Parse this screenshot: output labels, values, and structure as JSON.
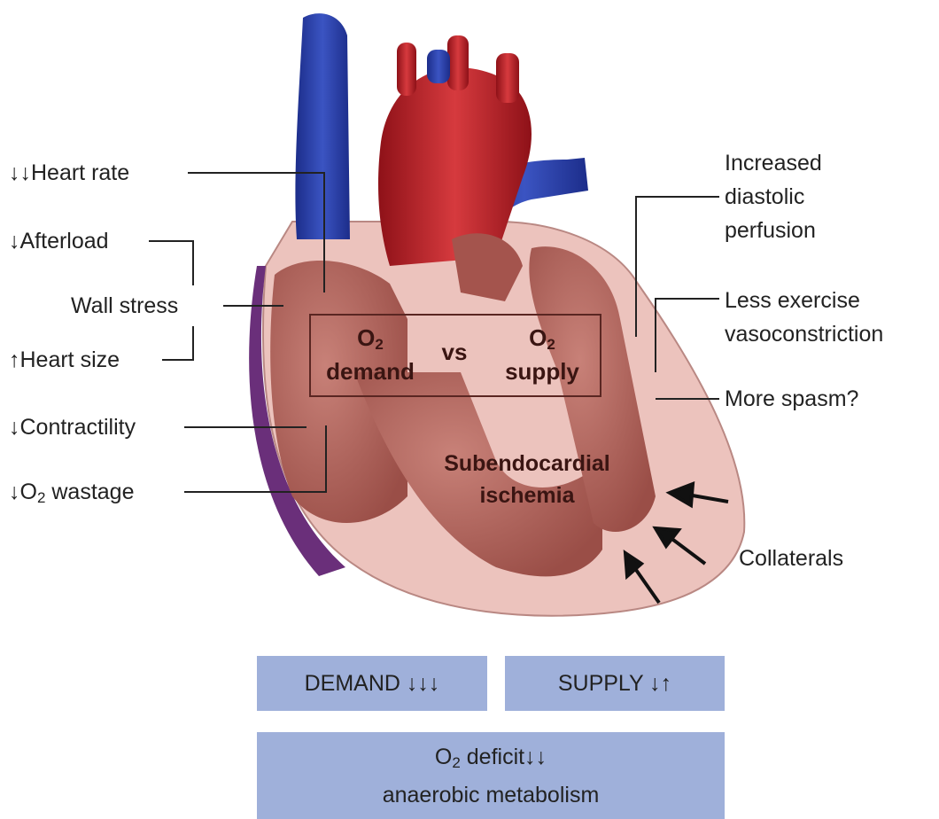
{
  "left_labels": {
    "heart_rate": "↓↓Heart rate",
    "afterload": "↓Afterload",
    "wall_stress": "Wall stress",
    "heart_size": "↑Heart size",
    "contractility": "↓Contractility",
    "o2_wastage_arrow": "↓O",
    "o2_wastage_sub": "2",
    "o2_wastage_rest": " wastage"
  },
  "right_labels": {
    "diastolic_line1": "Increased",
    "diastolic_line2": "diastolic",
    "diastolic_line3": "perfusion",
    "exercise_line1": "Less exercise",
    "exercise_line2": "vasoconstriction",
    "spasm": "More spasm?",
    "collaterals": "Collaterals"
  },
  "center_box": {
    "demand_o": "O",
    "demand_sub": "2",
    "demand_word": "demand",
    "vs": "vs",
    "supply_o": "O",
    "supply_sub": "2",
    "supply_word": "supply"
  },
  "ischemia": {
    "line1": "Subendocardial",
    "line2": "ischemia"
  },
  "bottom_boxes": {
    "demand": "DEMAND ↓↓↓",
    "supply": "SUPPLY ↓↑",
    "deficit_o": "O",
    "deficit_sub": "2",
    "deficit_rest": " deficit↓↓",
    "deficit_line2": "anaerobic metabolism"
  },
  "colors": {
    "box_fill": "#9fb0da",
    "vein_blue": "#2a3fa6",
    "artery_red": "#b8202a",
    "myocardium": "#b46a62",
    "pericardium": "#ecc3bd"
  }
}
